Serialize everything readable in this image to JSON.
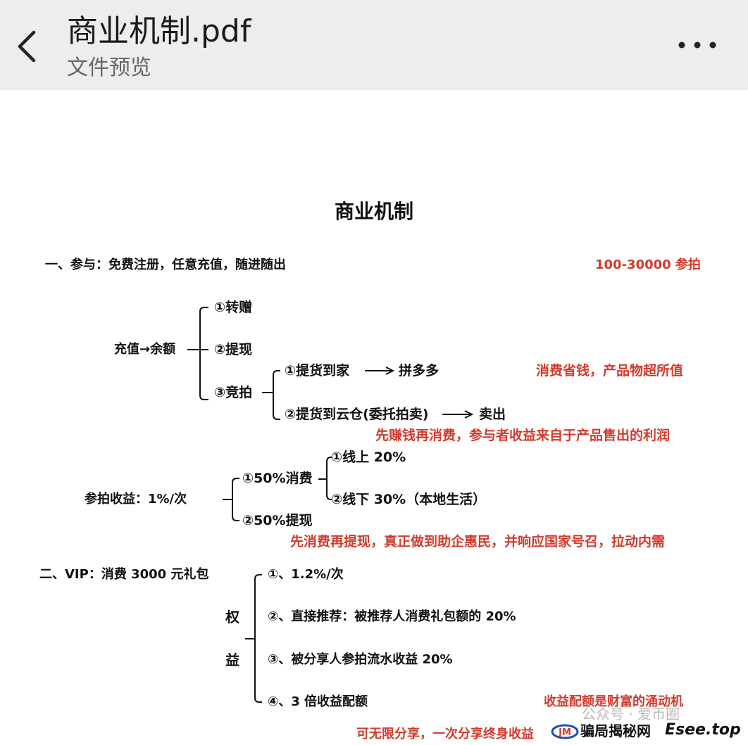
{
  "header": {
    "title": "商业机制.pdf",
    "subtitle": "文件预览"
  },
  "document": {
    "heading": "商业机制",
    "section1": {
      "title": "一、参与：免费注册，任意充值，随进随出",
      "note": "100-30000 参拍",
      "node": "充值→余额",
      "items": [
        "①转赠",
        "②提现",
        "③竞拍"
      ],
      "auction": {
        "opt1": "①提货到家",
        "opt1_target": "拼多多",
        "opt1_note": "消费省钱，产品物超所值",
        "opt2": "②提货到云仓(委托拍卖)",
        "opt2_target": "卖出",
        "opt2_note": "先赚钱再消费，参与者收益来自于产品售出的利润"
      },
      "income": {
        "label": "参拍收益：1%/次",
        "consume": "①50%消费",
        "withdraw": "②50%提现",
        "online": "①线上 20%",
        "offline": "②线下 30%（本地生活）",
        "note": "先消费再提现，真正做到助企惠民，并响应国家号召，拉动内需"
      }
    },
    "section2": {
      "title": "二、VIP：消费 3000 元礼包",
      "rights_char1": "权",
      "rights_char2": "益",
      "rights": [
        "①、1.2%/次",
        "②、直接推荐：被推荐人消费礼包额的 20%",
        "③、被分享人参拍流水收益 20%",
        "④、3 倍收益配额"
      ],
      "note": "收益配额是财富的涌动机",
      "bottom_note": "可无限分享，一次分享终身收益"
    }
  },
  "watermark": {
    "channel": "公众号 · 爱币圈",
    "site_name": "骗局揭秘网",
    "site_url": "Esee.top"
  },
  "colors": {
    "topbar": "#ededed",
    "accent_red": "#d23a2c",
    "text": "#111111"
  },
  "icons": {
    "back": "chevron-left-icon",
    "more": "more-horizontal-icon"
  }
}
